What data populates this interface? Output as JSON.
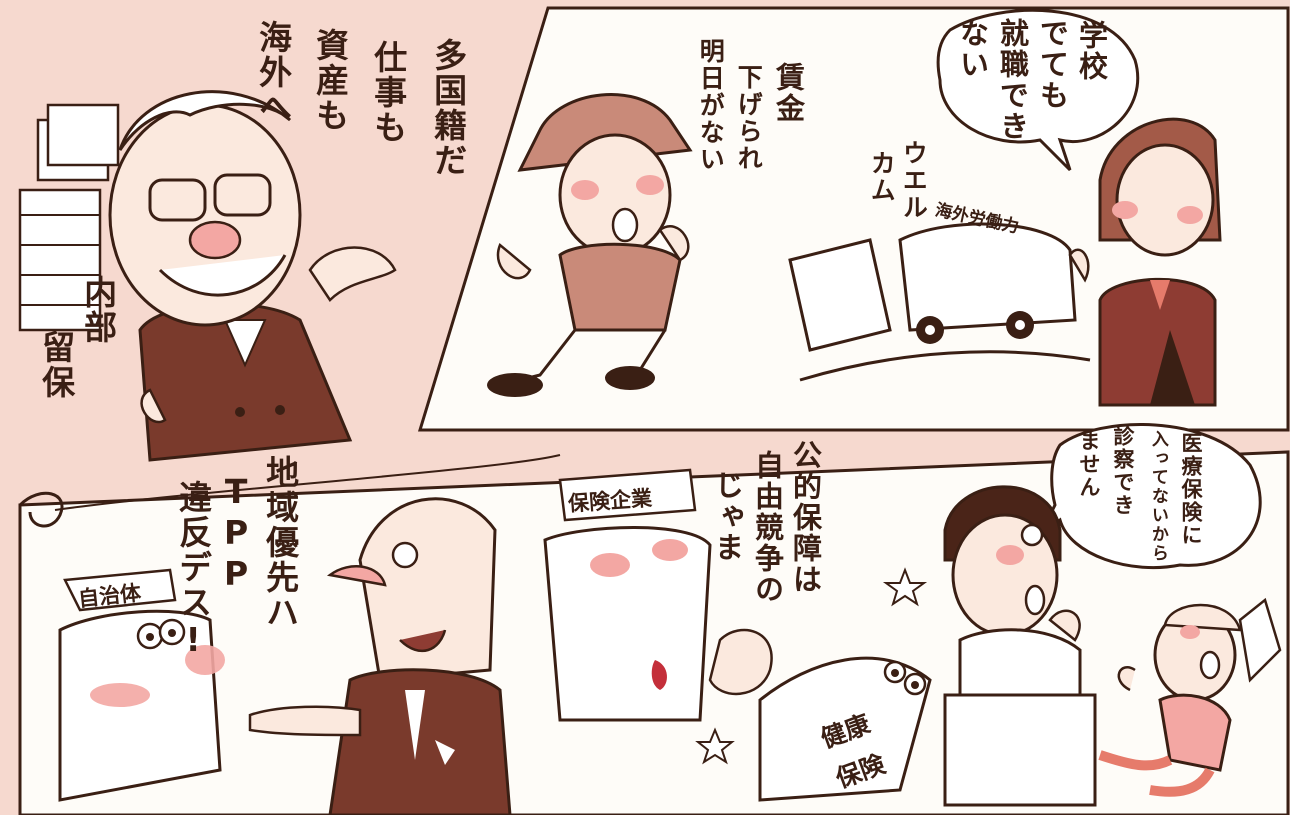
{
  "panels": {
    "tl": {
      "speech_lines": [
        "多国籍だ",
        "仕事も",
        "資産も",
        "海外へ"
      ],
      "label": [
        "内部",
        "留保"
      ]
    },
    "tc": {
      "speech_lines": [
        "賃金",
        "下げられ",
        "明日がない"
      ]
    },
    "tr": {
      "speech_lines": [
        "学校",
        "でても",
        "就職でき",
        "ない"
      ],
      "welcome_lines": [
        "ウエル",
        "カム"
      ],
      "bus_label": "海外労働力"
    },
    "bl": {
      "sign": "自治体",
      "speech_lines": [
        "地域優先ハ",
        "TPP",
        "違反デス!"
      ]
    },
    "bc": {
      "sign": "保険企業",
      "speech_lines": [
        "公的保障は",
        "自由競争の",
        "じゃま"
      ],
      "card_label": [
        "健康",
        "保険"
      ]
    },
    "br": {
      "speech_lines": [
        "医療保険に",
        "入ってないから",
        "診察でき",
        "ません"
      ]
    }
  },
  "colors": {
    "bg_pink": "#f6d9cf",
    "panel_white": "#fefcf8",
    "ink": "#3a1f14",
    "maroon": "#8e3c33",
    "suit_brown": "#7a3a2c",
    "cheek": "#f3a7a3",
    "skin": "#fbe9de"
  }
}
